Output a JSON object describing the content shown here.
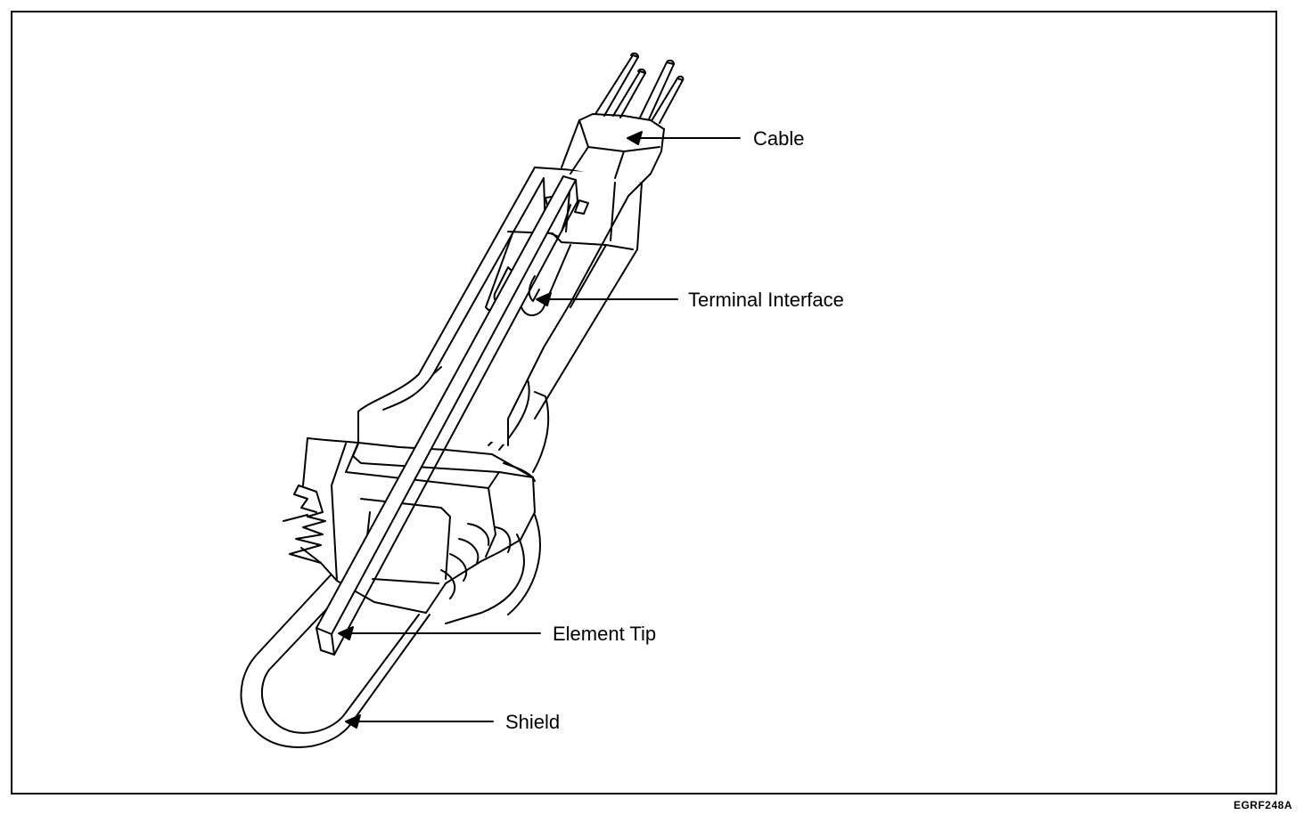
{
  "diagram": {
    "labels": {
      "cable": "Cable",
      "terminal_interface": "Terminal Interface",
      "element_tip": "Element Tip",
      "shield": "Shield"
    },
    "figure_code": "EGRF248A"
  }
}
